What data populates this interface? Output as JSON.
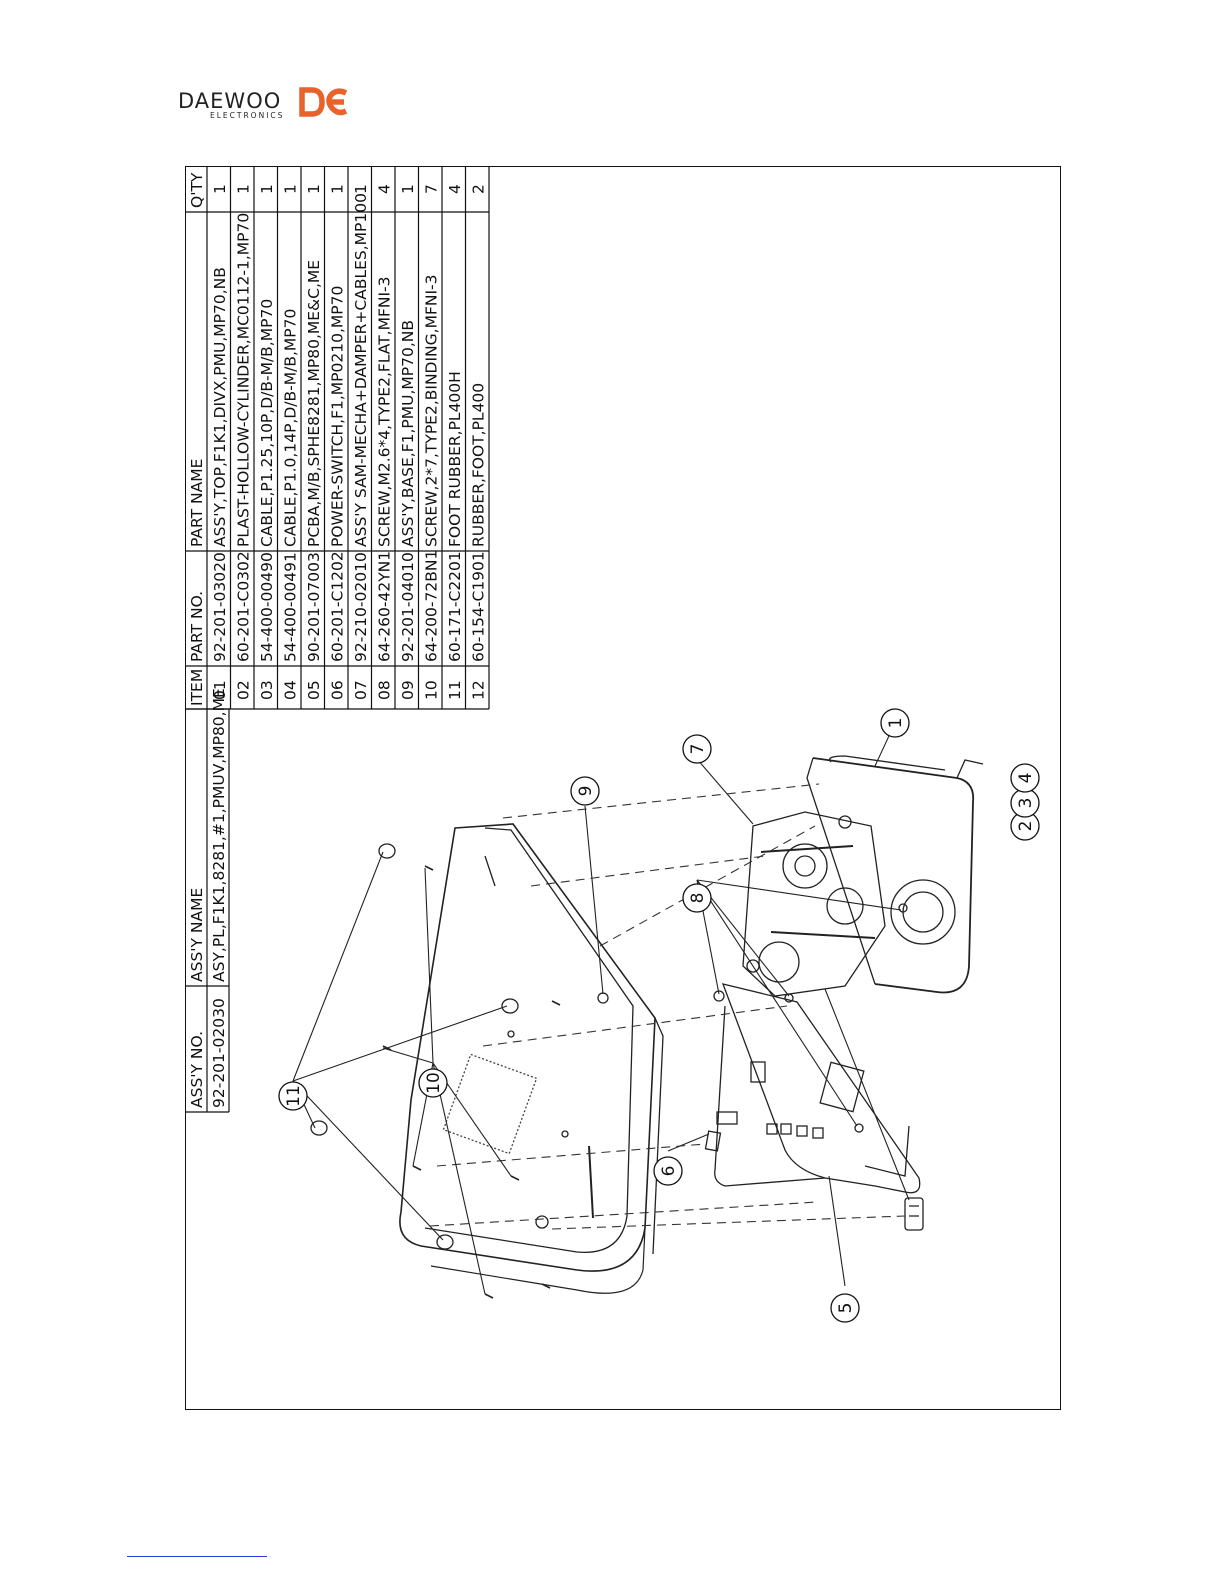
{
  "logo": {
    "brand": "DAEWOO",
    "sub": "ELECTRONICS"
  },
  "assembly": {
    "headers": {
      "no": "ASS'Y NO.",
      "name": "ASS'Y NAME"
    },
    "no": "92-201-02030",
    "name": "ASY,PL,F1K1,8281,#1,PMUV,MP80,ME"
  },
  "parts": {
    "headers": {
      "item": "ITEM",
      "part_no": "PART NO.",
      "part_name": "PART NAME",
      "qty": "Q'TY"
    },
    "rows": [
      {
        "item": "01",
        "part_no": "92-201-03020",
        "part_name": "ASS'Y,TOP,F1K1,DIVX,PMU,MP70,NB",
        "qty": "1"
      },
      {
        "item": "02",
        "part_no": "60-201-C0302",
        "part_name": "PLAST-HOLLOW-CYLINDER,MC0112-1,MP70",
        "qty": "1"
      },
      {
        "item": "03",
        "part_no": "54-400-00490",
        "part_name": "CABLE,P1.25,10P,D/B-M/B,MP70",
        "qty": "1"
      },
      {
        "item": "04",
        "part_no": "54-400-00491",
        "part_name": "CABLE,P1.0,14P,D/B-M/B,MP70",
        "qty": "1"
      },
      {
        "item": "05",
        "part_no": "90-201-07003",
        "part_name": "PCBA,M/B,SPHE8281,MP80,ME&C,ME",
        "qty": "1"
      },
      {
        "item": "06",
        "part_no": "60-201-C1202",
        "part_name": "POWER-SWITCH,F1,MP0210,MP70",
        "qty": "1"
      },
      {
        "item": "07",
        "part_no": "92-210-02010",
        "part_name": "ASS'Y SAM-MECHA+DAMPER+CABLES,MP100",
        "qty": "1"
      },
      {
        "item": "08",
        "part_no": "64-260-42YN1",
        "part_name": "SCREW,M2.6*4,TYPE2,FLAT,MFNI-3",
        "qty": "4"
      },
      {
        "item": "09",
        "part_no": "92-201-04010",
        "part_name": "ASS'Y,BASE,F1,PMU,MP70,NB",
        "qty": "1"
      },
      {
        "item": "10",
        "part_no": "64-200-72BN1",
        "part_name": "SCREW,2*7,TYPE2,BINDING,MFNI-3",
        "qty": "7"
      },
      {
        "item": "11",
        "part_no": "60-171-C2201",
        "part_name": "FOOT RUBBER,PL400H",
        "qty": "4"
      },
      {
        "item": "12",
        "part_no": "60-154-C1901",
        "part_name": "RUBBER,FOOT,PL400",
        "qty": "2"
      }
    ]
  },
  "callouts": [
    "1",
    "2",
    "3",
    "4",
    "5",
    "6",
    "7",
    "8",
    "9",
    "10",
    "11"
  ]
}
